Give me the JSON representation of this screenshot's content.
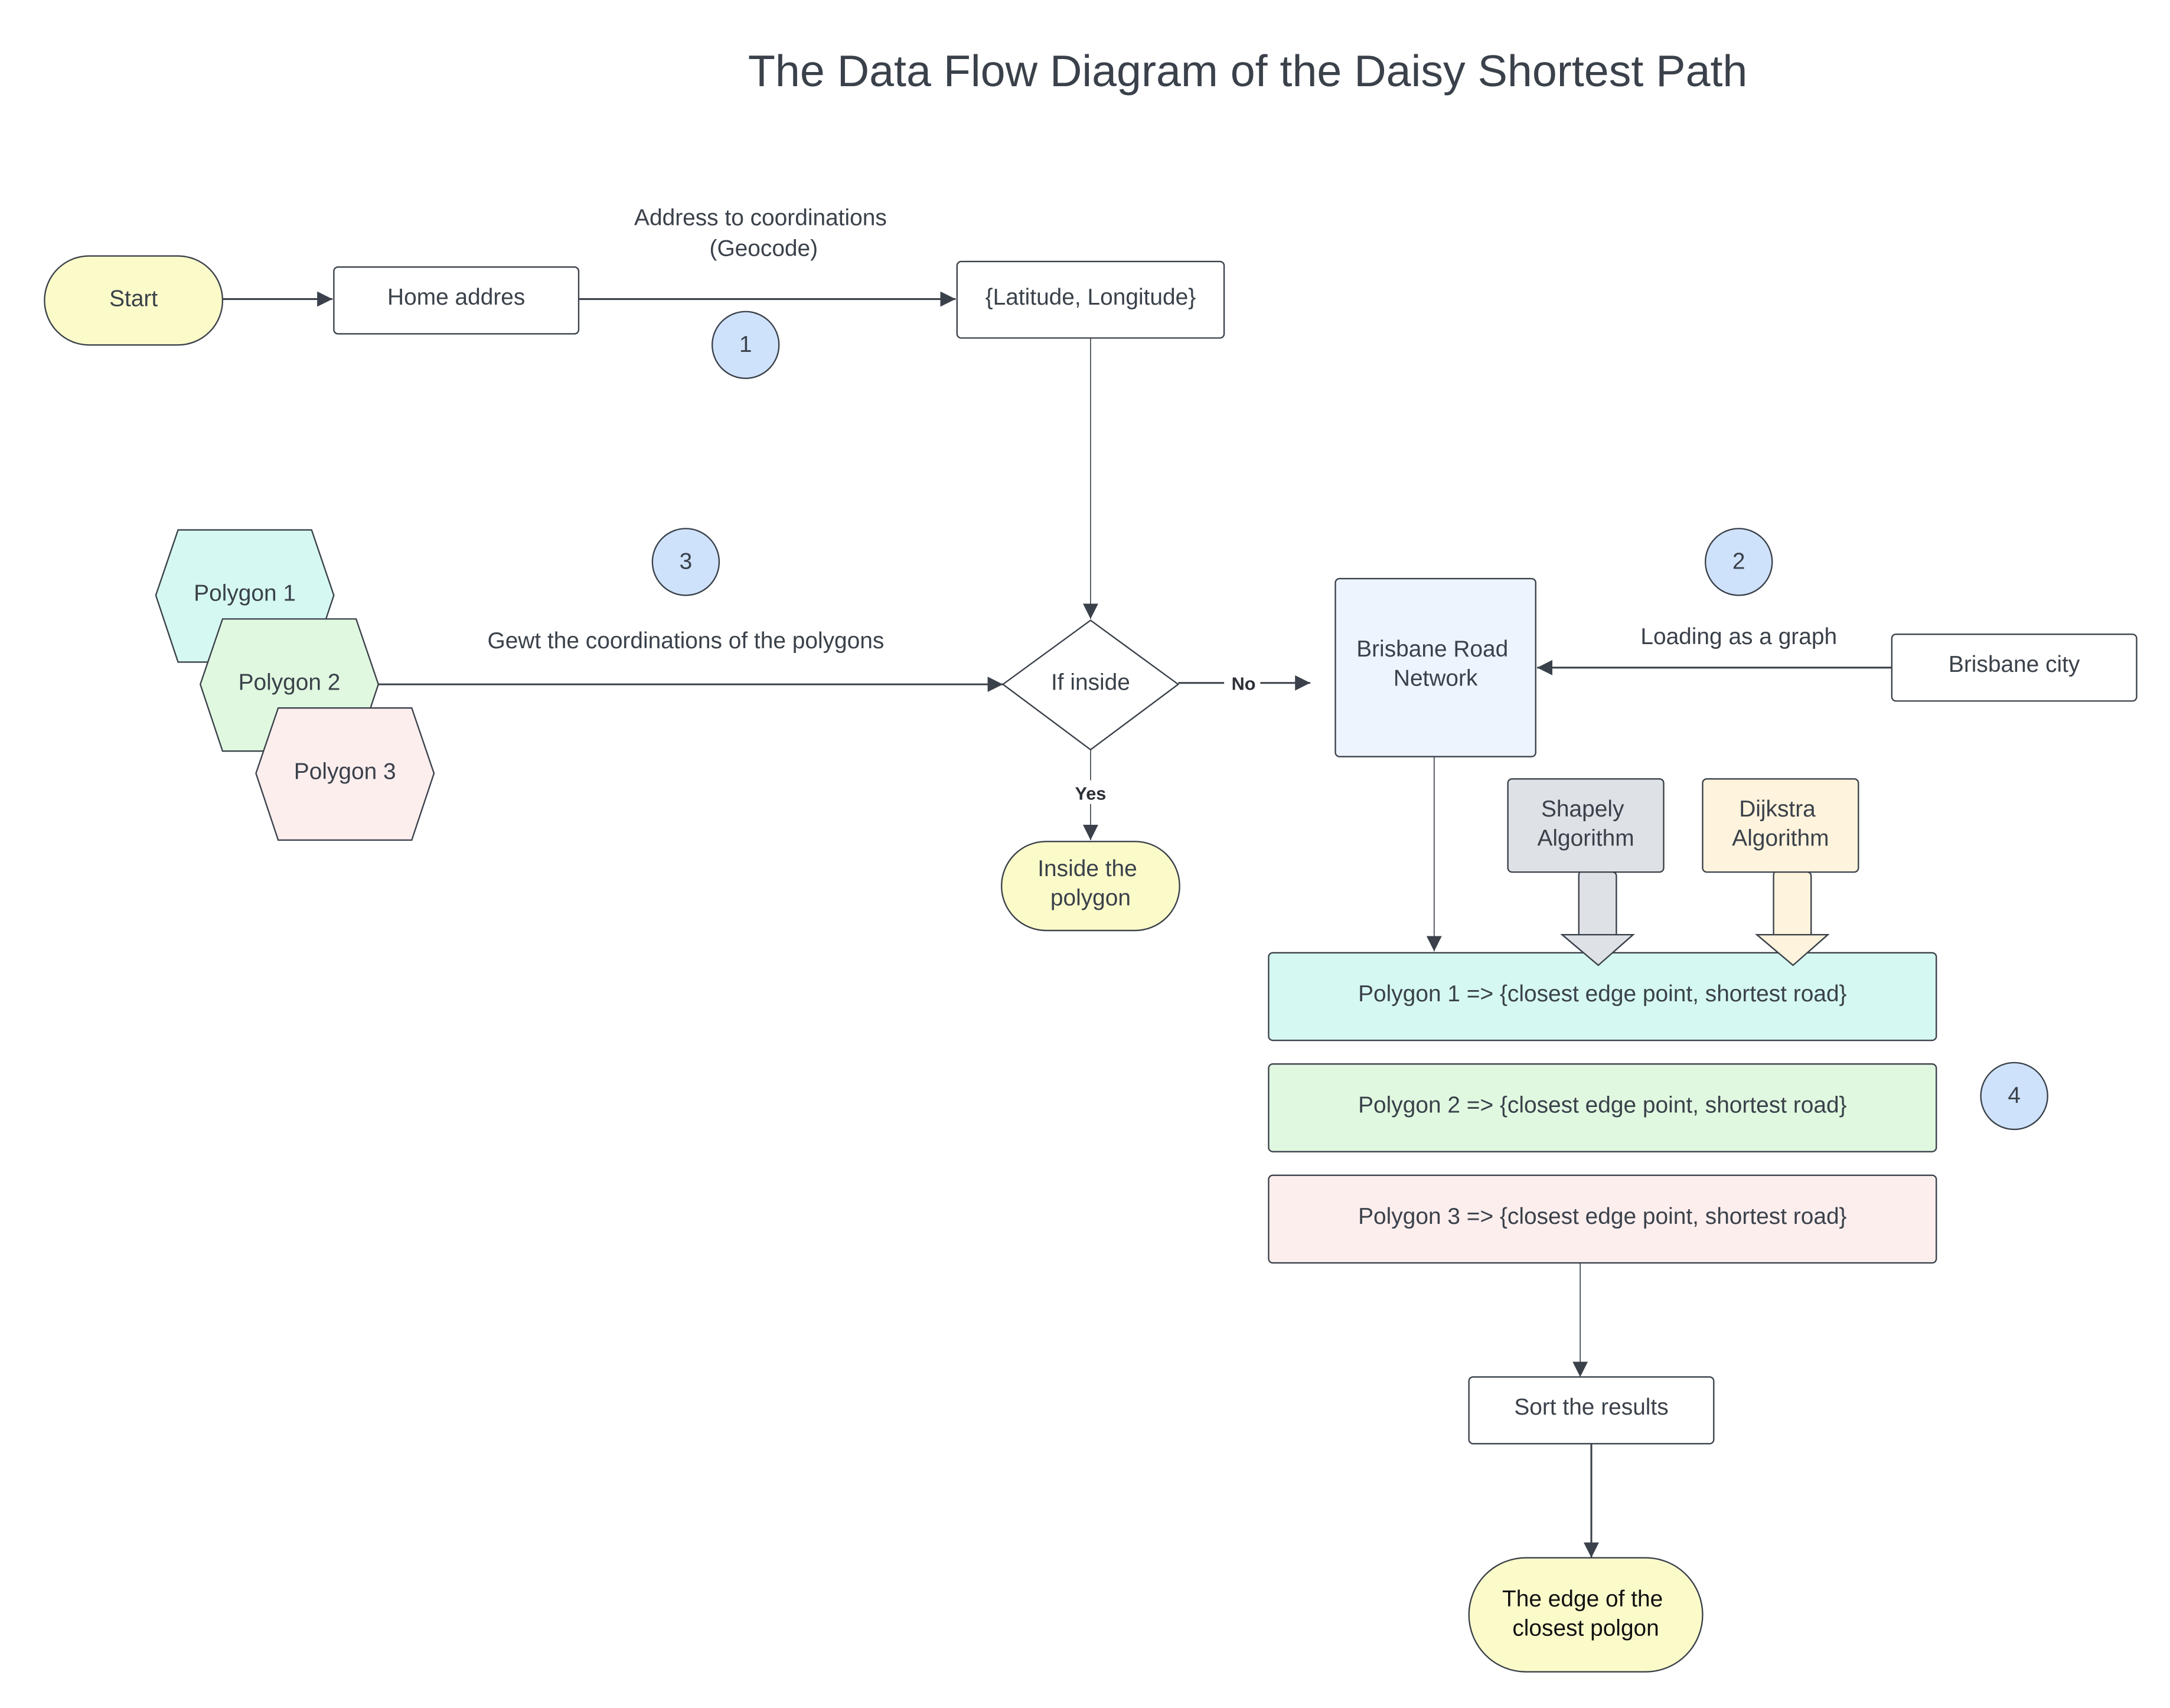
{
  "title": "The Data Flow Diagram of the Daisy Shortest Path",
  "colors": {
    "terminal_fill": "#fbfbca",
    "step_badge_fill": "#cfe2fb",
    "polygon1_fill": "#d6f8f2",
    "polygon2_fill": "#e0f8e0",
    "polygon3_fill": "#fdeeee",
    "road_network_fill": "#edf4fe",
    "shapely_fill": "#dee1e6",
    "dijkstra_fill": "#fef3dc",
    "stroke": "#3a414a"
  },
  "nodes": {
    "start": "Start",
    "home_address": "Home addres",
    "lat_lon": "{Latitude, Longitude}",
    "polygon1": "Polygon 1",
    "polygon2": "Polygon 2",
    "polygon3": "Polygon 3",
    "if_inside": "If inside",
    "inside_polygon": [
      "Inside the",
      "polygon"
    ],
    "road_network": [
      "Brisbane Road",
      "Network"
    ],
    "brisbane_city": "Brisbane city",
    "shapely": [
      "Shapely",
      "Algorithm"
    ],
    "dijkstra": [
      "Dijkstra",
      "Algorithm"
    ],
    "result1": "Polygon 1 => {closest edge point, shortest road}",
    "result2": "Polygon 2 => {closest edge point, shortest road}",
    "result3": "Polygon 3 => {closest edge point, shortest road}",
    "sort": "Sort the results",
    "end": [
      "The edge of the",
      "closest polgon"
    ]
  },
  "edge_labels": {
    "geocode": [
      "Address to coordinations",
      "(Geocode)"
    ],
    "polygons": "Gewt the coordinations of the polygons",
    "loading": "Loading  as a graph",
    "no": "No",
    "yes": "Yes"
  },
  "steps": [
    "1",
    "2",
    "3",
    "4"
  ]
}
